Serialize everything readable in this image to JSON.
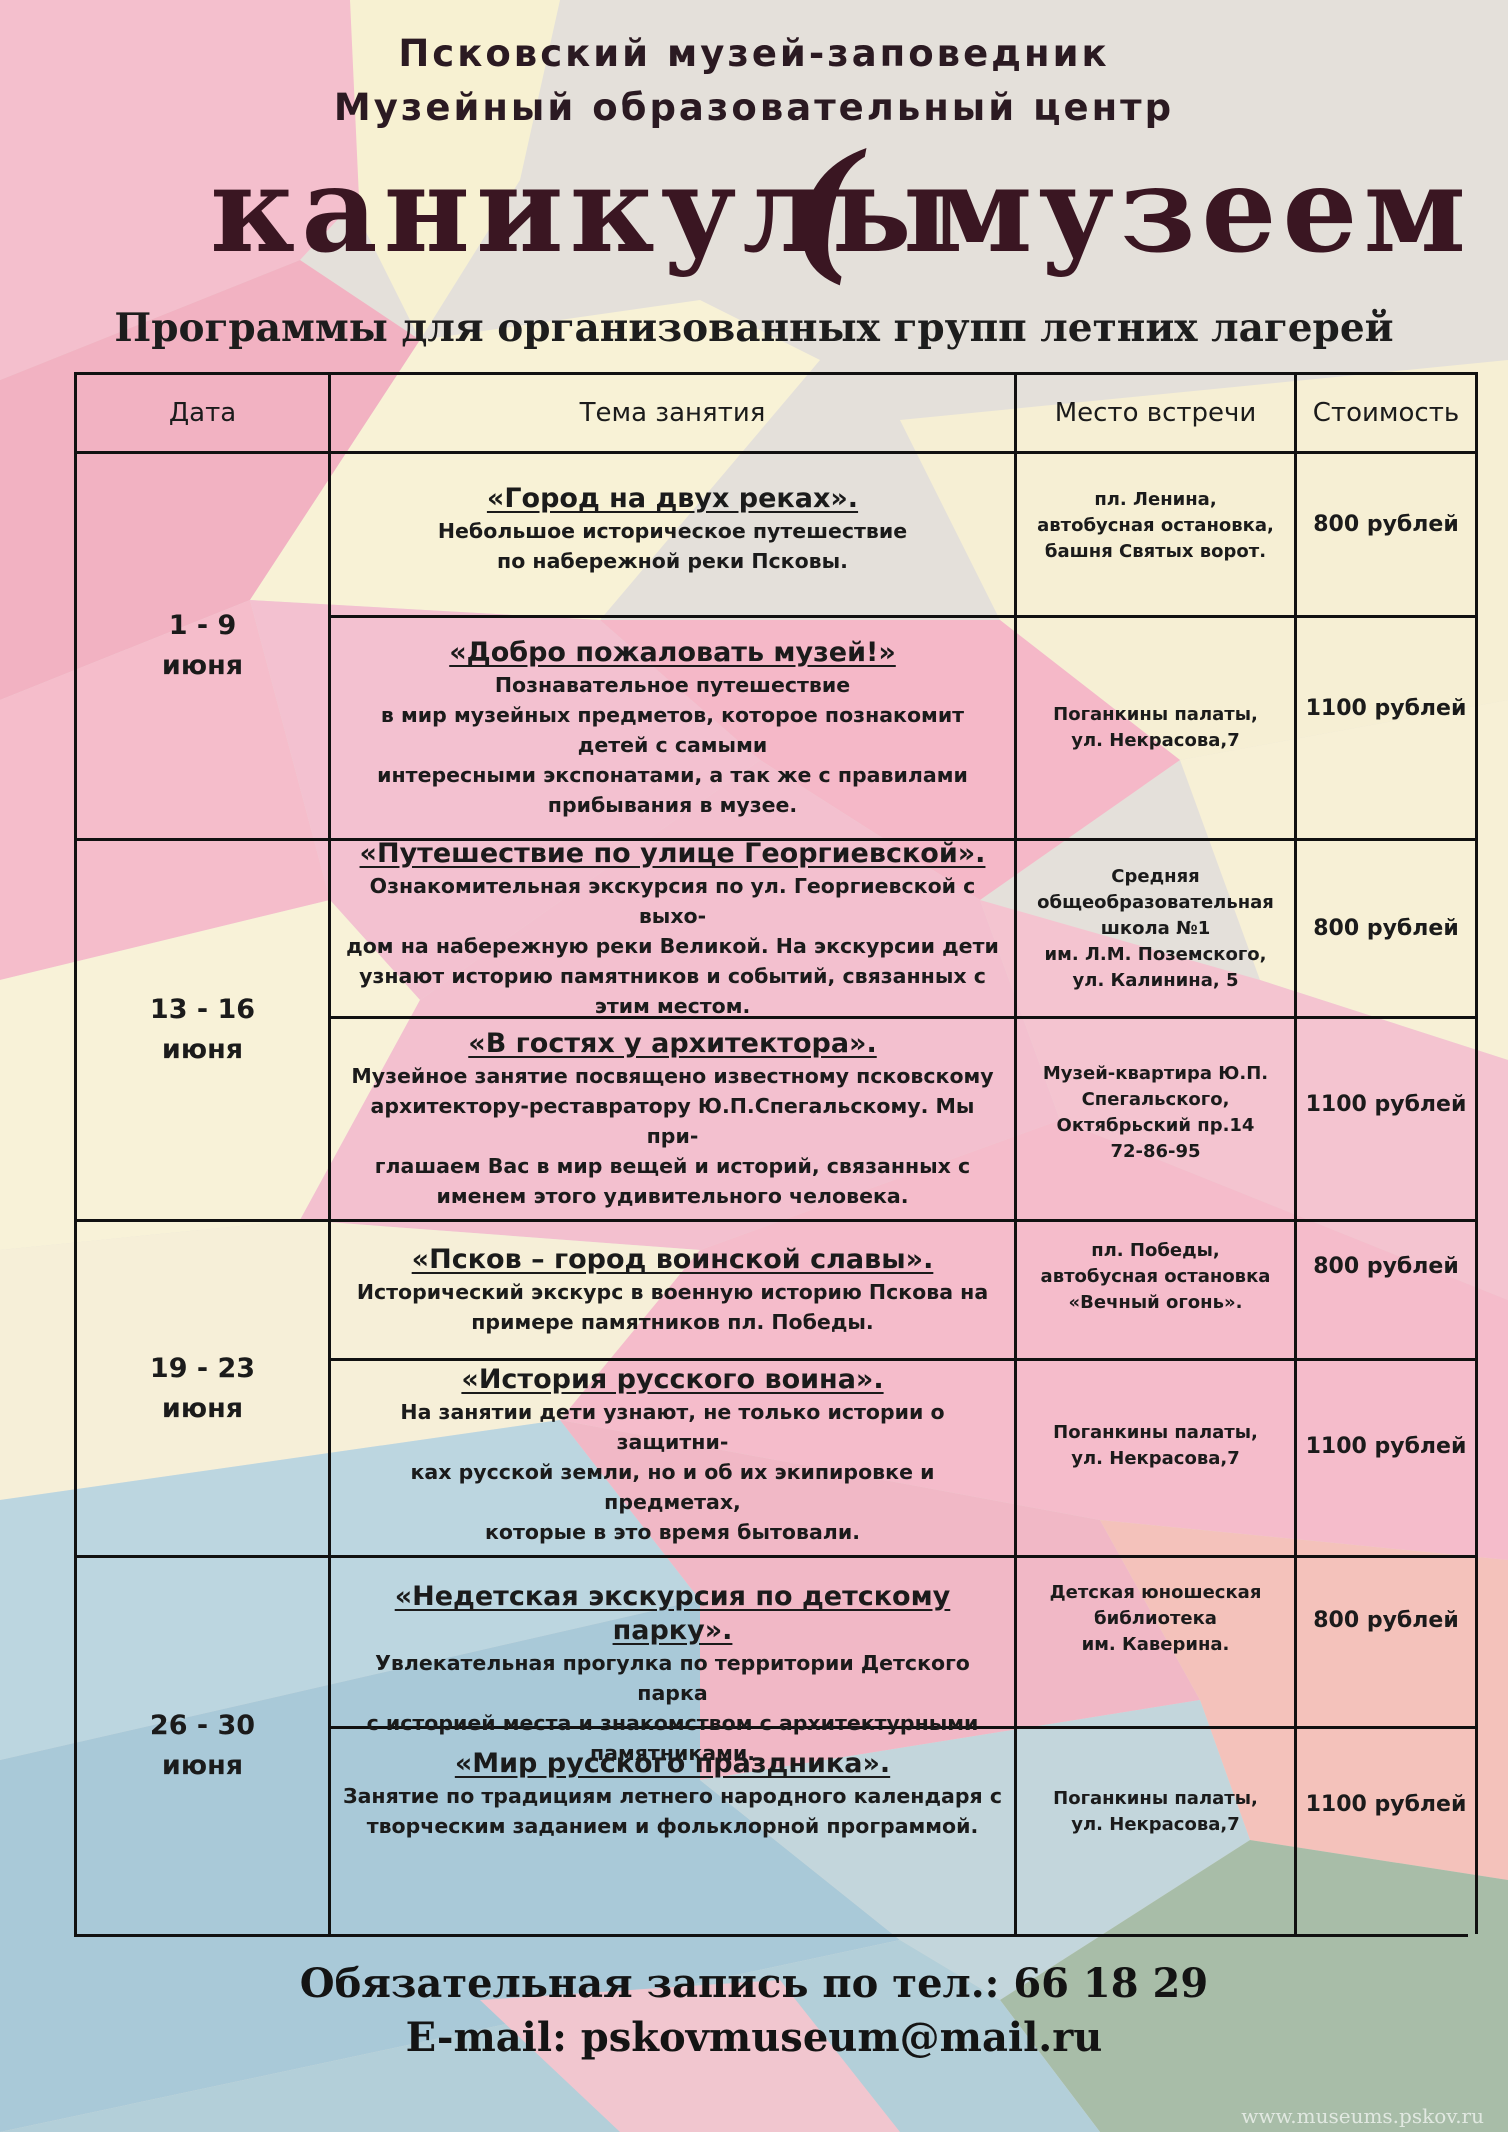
{
  "header": {
    "line1": "Псковский музей-заповедник",
    "line2": "Музейный образовательный центр",
    "title_left": "каникулы",
    "title_mid": "(",
    "title_right": "музеем",
    "subtitle": "Программы для организованных групп летних лагерей"
  },
  "table": {
    "columns": [
      "Дата",
      "Тема занятия",
      "Место встречи",
      "Стоимость"
    ],
    "rows": [
      {
        "date": "1 -  9\nиюня",
        "programs": [
          {
            "title": "«Город на двух реках».",
            "desc": "Небольшое историческое путешествие\nпо набережной реки Псковы.",
            "place": "пл. Ленина,\nавтобусная остановка,\nбашня Святых ворот.",
            "price": "800 рублей"
          },
          {
            "title": "«Добро пожаловать музей!»",
            "desc": "Познавательное путешествие\nв мир музейных предметов, которое  познакомит детей с самыми\nинтересными экспонатами, а так же с правилами\nприбывания в музее.",
            "place": "Поганкины палаты,\nул. Некрасова,7",
            "price": "1100 рублей"
          }
        ]
      },
      {
        "date": "13 - 16\nиюня",
        "programs": [
          {
            "title": "«Путешествие по улице Георгиевской».",
            "desc": "Ознакомительная экскурсия  по ул. Георгиевской с выхо-\nдом на набережную реки Великой. На экскурсии дети\nузнают историю памятников и событий, связанных с\nэтим местом.",
            "place": "Средняя\nобщеобразовательная\nшкола №1\nим. Л.М. Поземского,\nул. Калинина, 5",
            "price": "800 рублей"
          },
          {
            "title": "«В гостях у архитектора».",
            "desc": "Музейное занятие посвящено известному псковскому\nархитектору-реставратору Ю.П.Спегальскому. Мы при-\nглашаем Вас в мир вещей и историй, связанных с\nименем этого удивительного человека.",
            "place": "Музей-квартира Ю.П.\nСпегальского,\nОктябрьский пр.14\n72-86-95",
            "price": "1100 рублей"
          }
        ]
      },
      {
        "date": "19 - 23\nиюня",
        "programs": [
          {
            "title": "«Псков – город воинской славы».",
            "desc": "Исторический экскурс в  военную историю Пскова на\nпримере памятников пл. Победы.",
            "place": "пл. Победы,\nавтобусная остановка\n«Вечный огонь».",
            "price": "800 рублей"
          },
          {
            "title": "«История русского воина».",
            "desc": "На занятии дети узнают, не только истории о защитни-\nках русской земли, но и об их экипировке и предметах,\nкоторые в это время бытовали.",
            "place": "Поганкины палаты,\nул. Некрасова,7",
            "price": "1100 рублей"
          }
        ]
      },
      {
        "date": "26 - 30\nиюня",
        "programs": [
          {
            "title": "«Недетская экскурсия по детскому парку».",
            "desc": "Увлекательная прогулка по территории Детского парка\nс историей места и знакомством с архитектурными\nпамятниками.",
            "place": "Детская юношеская\nбиблиотека\nим. Каверина.",
            "price": "800 рублей"
          },
          {
            "title": "«Мир русского праздника».",
            "desc": "Занятие по традициям летнего народного календаря с\nтворческим заданием и фольклорной программой.",
            "place": "Поганкины палаты,\nул. Некрасова,7",
            "price": "1100 рублей"
          }
        ]
      }
    ]
  },
  "footer": {
    "phone": "Обязательная запись по тел.: 66 18 29",
    "email": "E-mail: pskovmuseum@mail.ru",
    "watermark": "www.museums.pskov.ru"
  }
}
